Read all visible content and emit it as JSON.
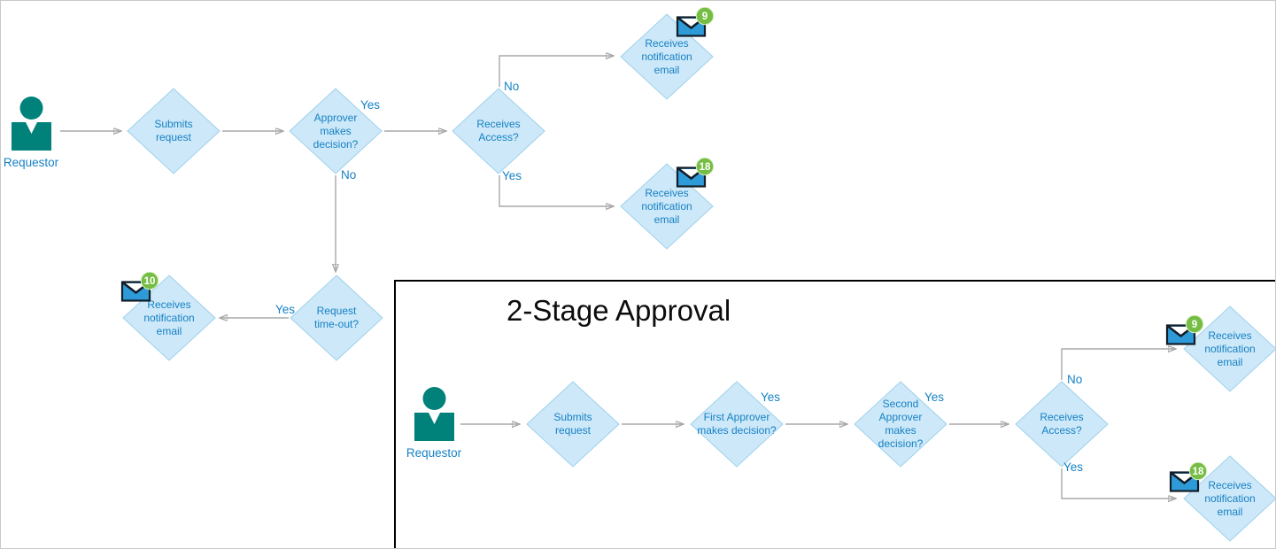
{
  "colors": {
    "diamond_fill": "#cde8f8",
    "diamond_stroke": "#9fd1ec",
    "node_text_blue": "#1581c5",
    "actor_teal": "#00827b",
    "arrow_gray": "#a8a8a8",
    "envelope_blue": "#2e9bd8",
    "envelope_dark": "#121d29",
    "badge_green": "#76bd45",
    "frame_border": "#000000"
  },
  "icons": {
    "actor": "person-icon",
    "notification": "envelope-icon",
    "badge": "notification-count-badge"
  },
  "main_flow": {
    "actor_label": "Requestor",
    "nodes": {
      "submits": "Submits request",
      "approver": "Approver makes decision?",
      "access": "Receives Access?",
      "notify_no": "Receives notification email",
      "notify_yes": "Receives notification email",
      "timeout": "Request time-out?",
      "notify_timeout": "Receives notification email"
    },
    "edge_labels": {
      "approver_yes": "Yes",
      "approver_no": "No",
      "access_no": "No",
      "access_yes": "Yes",
      "timeout_yes": "Yes"
    },
    "badges": {
      "notify_no": "9",
      "notify_yes": "18",
      "notify_timeout": "10"
    }
  },
  "two_stage": {
    "title": "2-Stage Approval",
    "actor_label": "Requestor",
    "nodes": {
      "submits": "Submits request",
      "first_approver": "First Approver makes decision?",
      "second_approver": "Second Approver makes decision?",
      "access": "Receives Access?",
      "notify_no": "Receives notification email",
      "notify_yes": "Receives notification email"
    },
    "edge_labels": {
      "first_yes": "Yes",
      "second_yes": "Yes",
      "access_no": "No",
      "access_yes": "Yes"
    },
    "badges": {
      "notify_no": "9",
      "notify_yes": "18"
    }
  }
}
